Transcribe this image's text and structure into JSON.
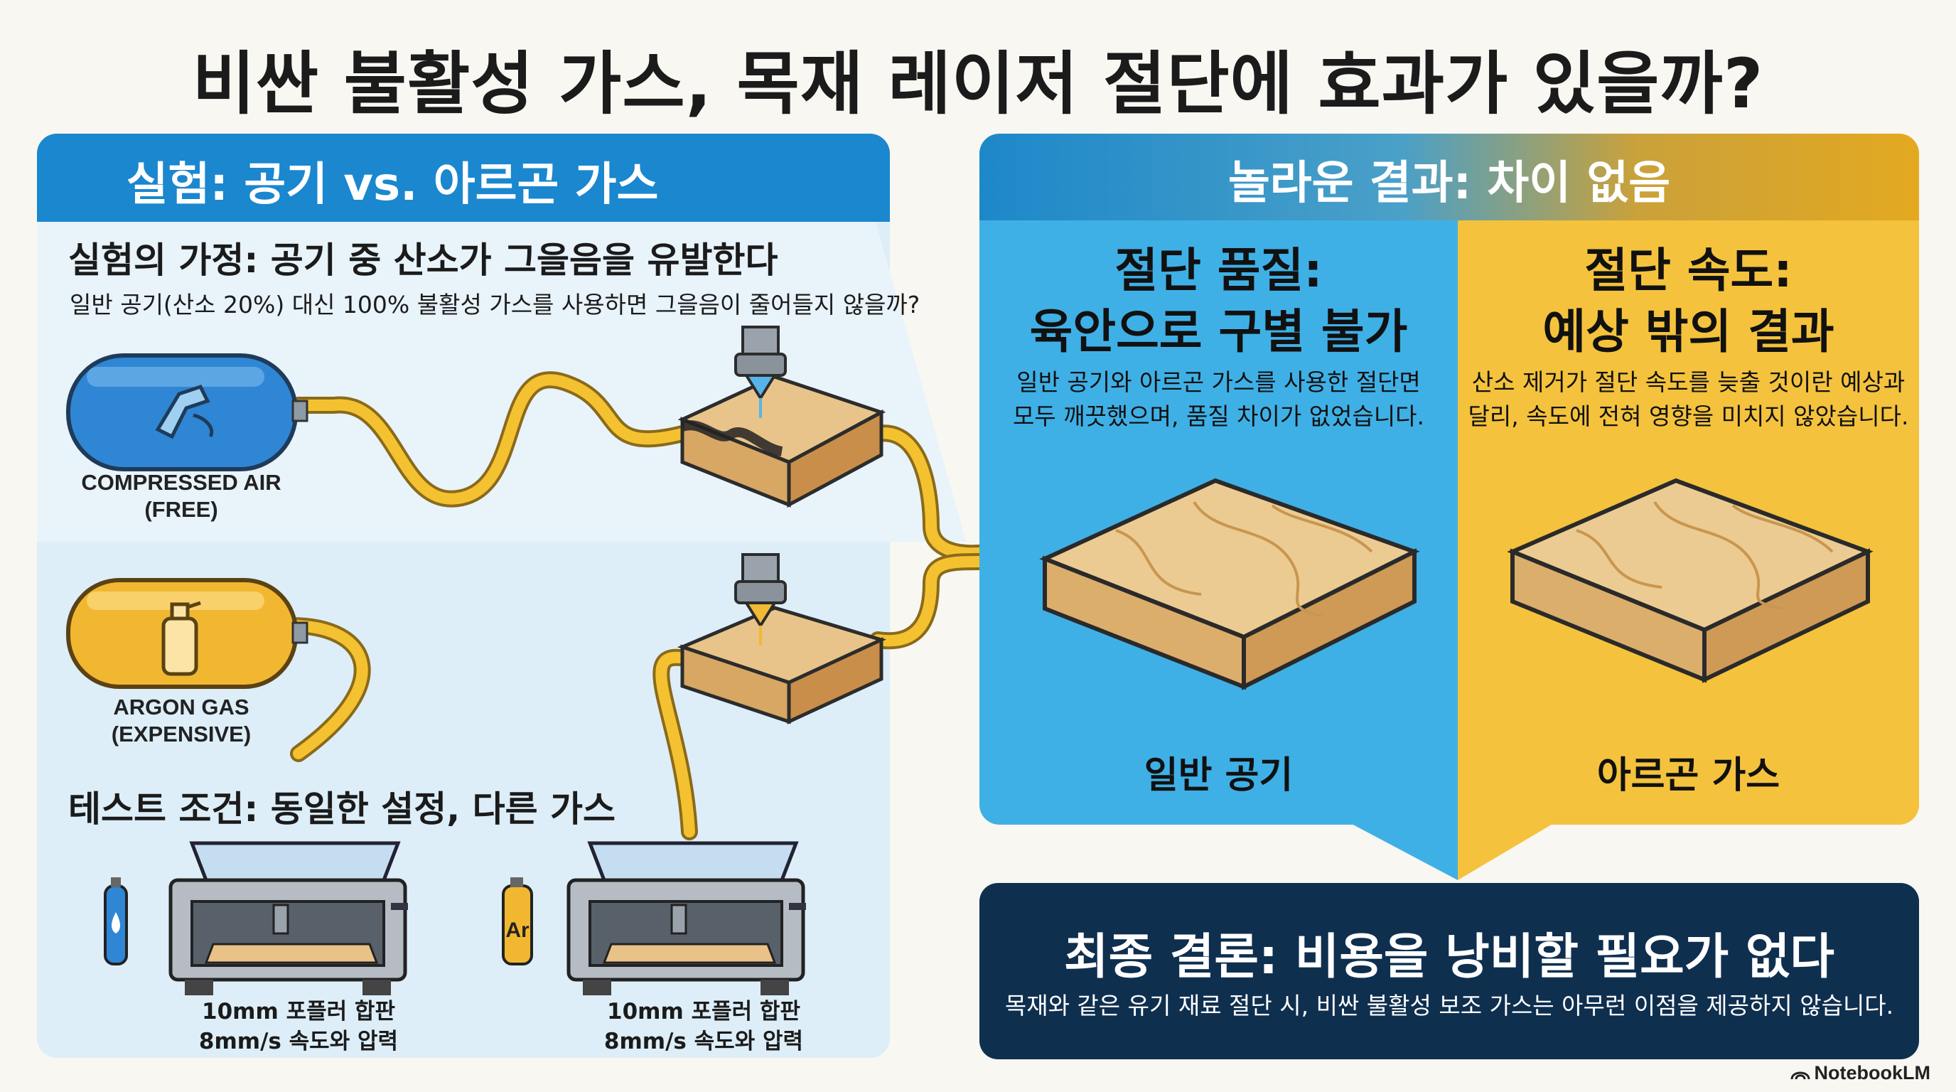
{
  "title": "비싼 불활성 가스, 목재 레이저 절단에 효과가 있을까?",
  "experiment": {
    "header": "실험: 공기 vs. 아르곤 가스",
    "hypothesis_title": "실험의 가정: 공기 중 산소가 그을음을 유발한다",
    "hypothesis_text": "일반 공기(산소 20%) 대신 100% 불활성 가스를 사용하면 그을음이 줄어들지 않을까?",
    "air_tank": {
      "line1": "COMPRESSED AIR",
      "line2": "(FREE)",
      "icon": "gas-nozzle-icon",
      "color": "#2f86d4"
    },
    "argon_tank": {
      "line1": "ARGON GAS",
      "line2": "(EXPENSIVE)",
      "icon": "gas-bottle-icon",
      "color": "#f2b731"
    },
    "conditions_title": "테스트 조건: 동일한 설정, 다른 가스",
    "machines": [
      {
        "spec1": "10mm 포플러 합판",
        "spec2": "8mm/s 속도와 압력",
        "bottle_label": "",
        "bottle_color": "#2f86d4"
      },
      {
        "spec1": "10mm 포플러 합판",
        "spec2": "8mm/s 속도와 압력",
        "bottle_label": "Ar",
        "bottle_color": "#f2b731"
      }
    ]
  },
  "results": {
    "header": "놀라운 결과: 차이 없음",
    "quality": {
      "title1": "절단 품질:",
      "title2": "육안으로 구별 불가",
      "desc1": "일반 공기와 아르곤 가스를 사용한 절단면",
      "desc2": "모두 깨끗했으며, 품질 차이가 없었습니다.",
      "label": "일반 공기",
      "color": "#3fb0e6"
    },
    "speed": {
      "title1": "절단 속도:",
      "title2": "예상 밖의 결과",
      "desc1": "산소 제거가 절단 속도를 늦출 것이란 예상과",
      "desc2": "달리, 속도에 전혀 영향을 미치지 않았습니다.",
      "label": "아르곤 가스",
      "color": "#f4c23c"
    }
  },
  "conclusion": {
    "title": "최종 결론: 비용을 낭비할 필요가 없다",
    "text": "목재와 같은 유기 재료 절단 시, 비싼 불활성 보조 가스는 아무런 이점을 제공하지 않습니다."
  },
  "brand": "NotebookLM"
}
